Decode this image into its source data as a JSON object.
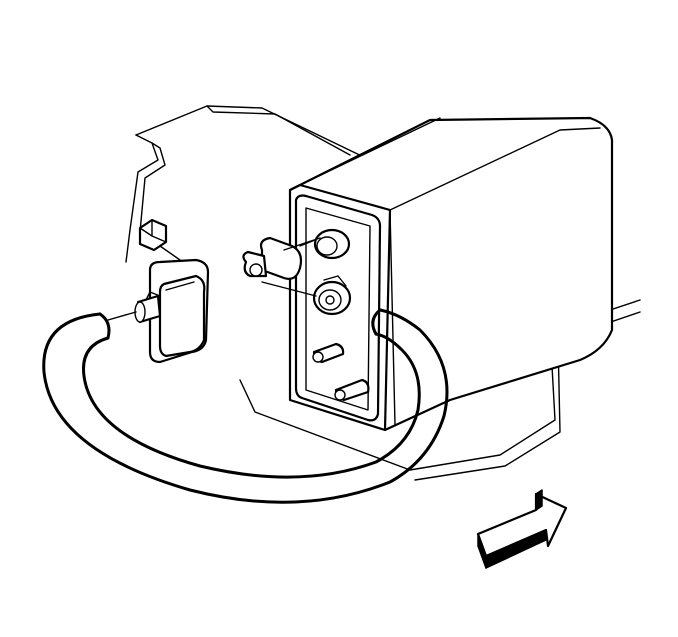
{
  "diagram": {
    "colors": {
      "background": "#ffffff",
      "line": "#000000"
    },
    "parts": [
      "frame-rail",
      "canister-housing",
      "connector-panel",
      "vacuum-hose",
      "solenoid-valve",
      "mounting-bolt",
      "inlet-port",
      "outlet-port",
      "direction-arrow"
    ]
  }
}
